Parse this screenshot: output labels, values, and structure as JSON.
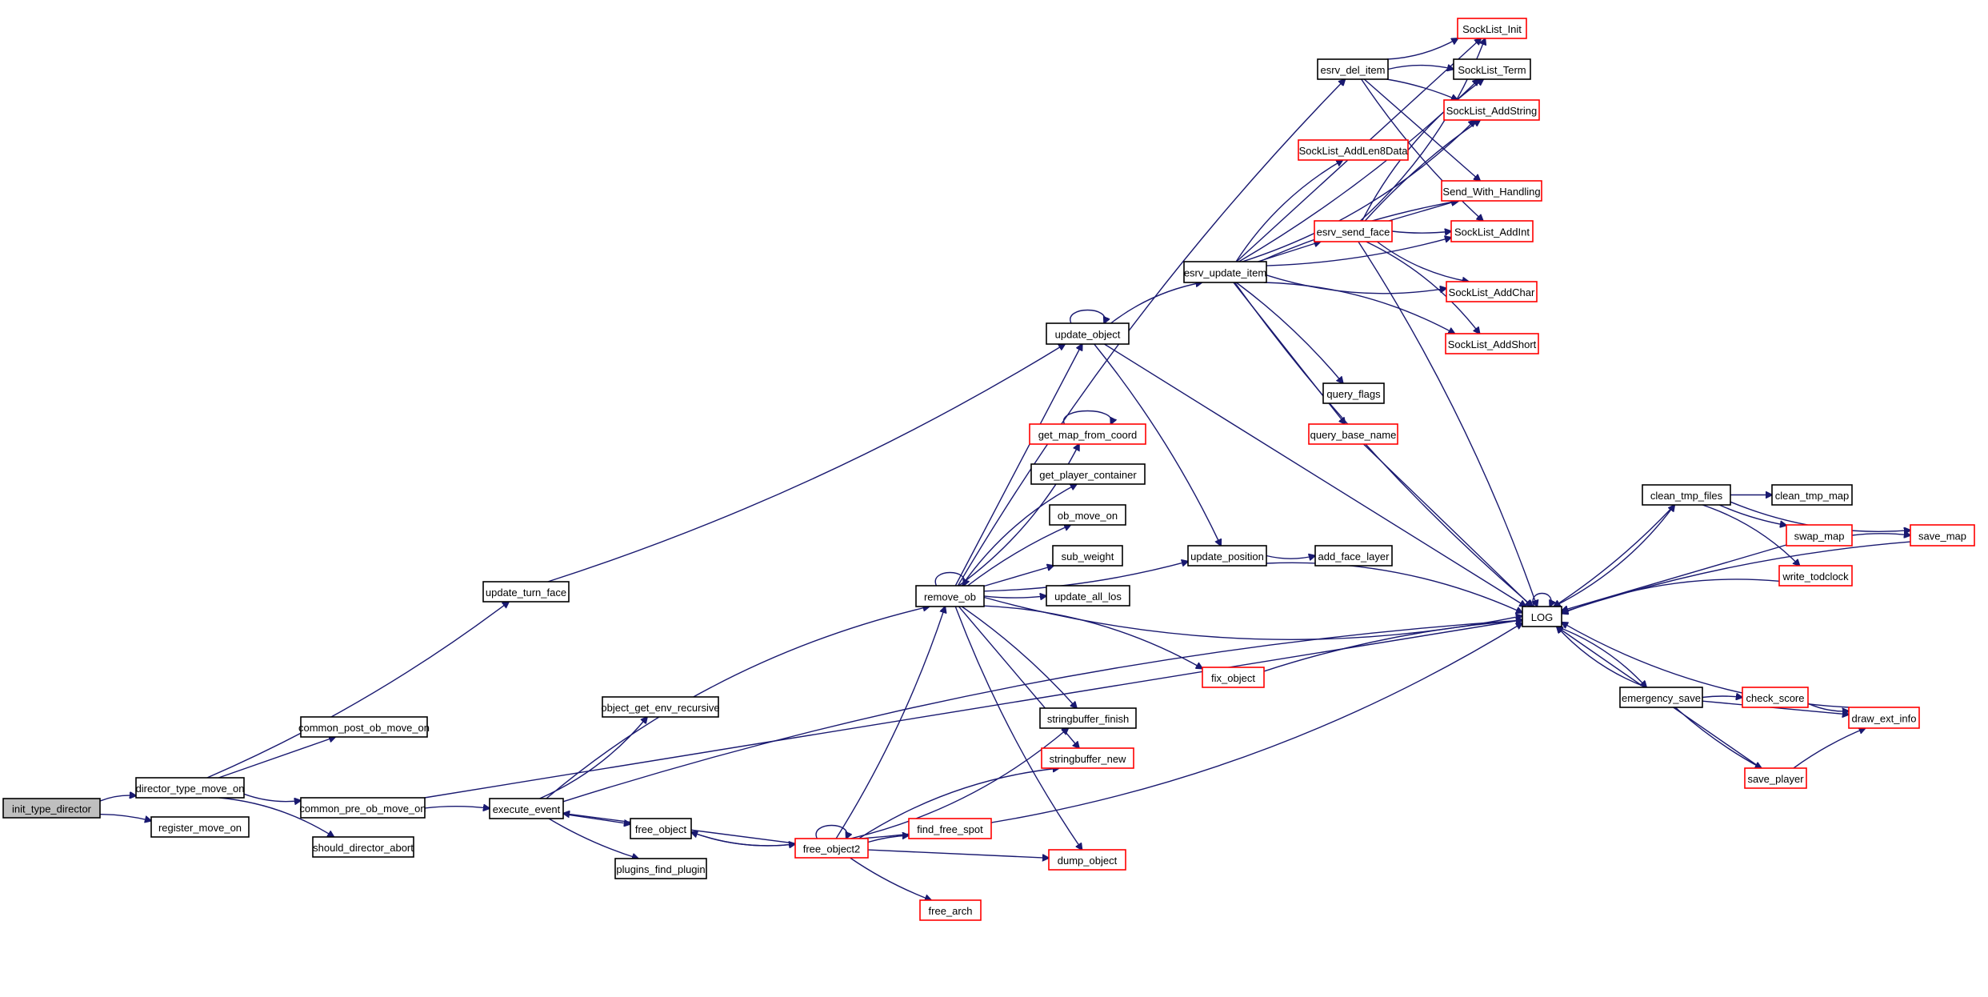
{
  "diagram": {
    "type": "call-graph",
    "colors": {
      "edge": "#191970",
      "node_border": "#000000",
      "truncated_node_border": "#ff0000",
      "root_fill": "#bfbfbf",
      "node_fill": "#ffffff"
    },
    "nodes": [
      {
        "id": "init_type_director",
        "label": "init_type_director",
        "style": "root"
      },
      {
        "id": "director_type_move_on",
        "label": "director_type_move_on",
        "style": "normal"
      },
      {
        "id": "register_move_on",
        "label": "register_move_on",
        "style": "normal"
      },
      {
        "id": "common_post_ob_move_on",
        "label": "common_post_ob_move_on",
        "style": "normal"
      },
      {
        "id": "common_pre_ob_move_on",
        "label": "common_pre_ob_move_on",
        "style": "normal"
      },
      {
        "id": "should_director_abort",
        "label": "should_director_abort",
        "style": "normal"
      },
      {
        "id": "update_turn_face",
        "label": "update_turn_face",
        "style": "normal"
      },
      {
        "id": "execute_event",
        "label": "execute_event",
        "style": "normal"
      },
      {
        "id": "object_get_env_recursive",
        "label": "object_get_env_recursive",
        "style": "normal"
      },
      {
        "id": "free_object",
        "label": "free_object",
        "style": "normal"
      },
      {
        "id": "plugins_find_plugin",
        "label": "plugins_find_plugin",
        "style": "normal"
      },
      {
        "id": "free_object2",
        "label": "free_object2",
        "style": "red"
      },
      {
        "id": "find_free_spot",
        "label": "find_free_spot",
        "style": "red"
      },
      {
        "id": "free_arch",
        "label": "free_arch",
        "style": "red"
      },
      {
        "id": "dump_object",
        "label": "dump_object",
        "style": "red"
      },
      {
        "id": "remove_ob",
        "label": "remove_ob",
        "style": "normal"
      },
      {
        "id": "update_object",
        "label": "update_object",
        "style": "normal"
      },
      {
        "id": "get_map_from_coord",
        "label": "get_map_from_coord",
        "style": "red"
      },
      {
        "id": "get_player_container",
        "label": "get_player_container",
        "style": "normal"
      },
      {
        "id": "ob_move_on",
        "label": "ob_move_on",
        "style": "normal"
      },
      {
        "id": "sub_weight",
        "label": "sub_weight",
        "style": "normal"
      },
      {
        "id": "update_all_los",
        "label": "update_all_los",
        "style": "normal"
      },
      {
        "id": "fix_object",
        "label": "fix_object",
        "style": "red"
      },
      {
        "id": "stringbuffer_finish",
        "label": "stringbuffer_finish",
        "style": "normal"
      },
      {
        "id": "stringbuffer_new",
        "label": "stringbuffer_new",
        "style": "red"
      },
      {
        "id": "update_position",
        "label": "update_position",
        "style": "normal"
      },
      {
        "id": "add_face_layer",
        "label": "add_face_layer",
        "style": "normal"
      },
      {
        "id": "esrv_update_item",
        "label": "esrv_update_item",
        "style": "normal"
      },
      {
        "id": "esrv_del_item",
        "label": "esrv_del_item",
        "style": "normal"
      },
      {
        "id": "esrv_send_face",
        "label": "esrv_send_face",
        "style": "red"
      },
      {
        "id": "SockList_AddLen8Data",
        "label": "SockList_AddLen8Data",
        "style": "red"
      },
      {
        "id": "SockList_Init",
        "label": "SockList_Init",
        "style": "red"
      },
      {
        "id": "SockList_Term",
        "label": "SockList_Term",
        "style": "normal"
      },
      {
        "id": "SockList_AddString",
        "label": "SockList_AddString",
        "style": "red"
      },
      {
        "id": "Send_With_Handling",
        "label": "Send_With_Handling",
        "style": "red"
      },
      {
        "id": "SockList_AddInt",
        "label": "SockList_AddInt",
        "style": "red"
      },
      {
        "id": "SockList_AddChar",
        "label": "SockList_AddChar",
        "style": "red"
      },
      {
        "id": "SockList_AddShort",
        "label": "SockList_AddShort",
        "style": "red"
      },
      {
        "id": "query_flags",
        "label": "query_flags",
        "style": "normal"
      },
      {
        "id": "query_base_name",
        "label": "query_base_name",
        "style": "red"
      },
      {
        "id": "LOG",
        "label": "LOG",
        "style": "normal"
      },
      {
        "id": "clean_tmp_files",
        "label": "clean_tmp_files",
        "style": "normal"
      },
      {
        "id": "clean_tmp_map",
        "label": "clean_tmp_map",
        "style": "normal"
      },
      {
        "id": "swap_map",
        "label": "swap_map",
        "style": "red"
      },
      {
        "id": "save_map",
        "label": "save_map",
        "style": "red"
      },
      {
        "id": "write_todclock",
        "label": "write_todclock",
        "style": "red"
      },
      {
        "id": "emergency_save",
        "label": "emergency_save",
        "style": "normal"
      },
      {
        "id": "check_score",
        "label": "check_score",
        "style": "red"
      },
      {
        "id": "draw_ext_info",
        "label": "draw_ext_info",
        "style": "red"
      },
      {
        "id": "save_player",
        "label": "save_player",
        "style": "red"
      }
    ],
    "edges": [
      [
        "init_type_director",
        "director_type_move_on"
      ],
      [
        "init_type_director",
        "register_move_on"
      ],
      [
        "director_type_move_on",
        "common_post_ob_move_on"
      ],
      [
        "director_type_move_on",
        "update_turn_face"
      ],
      [
        "director_type_move_on",
        "common_pre_ob_move_on"
      ],
      [
        "director_type_move_on",
        "should_director_abort"
      ],
      [
        "common_pre_ob_move_on",
        "execute_event"
      ],
      [
        "common_pre_ob_move_on",
        "LOG"
      ],
      [
        "update_turn_face",
        "update_object"
      ],
      [
        "execute_event",
        "object_get_env_recursive"
      ],
      [
        "execute_event",
        "remove_ob"
      ],
      [
        "execute_event",
        "LOG"
      ],
      [
        "execute_event",
        "free_object"
      ],
      [
        "execute_event",
        "plugins_find_plugin"
      ],
      [
        "free_object",
        "free_object2"
      ],
      [
        "free_object2",
        "free_object"
      ],
      [
        "free_object2",
        "free_object2"
      ],
      [
        "free_object2",
        "execute_event"
      ],
      [
        "free_object2",
        "remove_ob"
      ],
      [
        "free_object2",
        "stringbuffer_finish"
      ],
      [
        "free_object2",
        "stringbuffer_new"
      ],
      [
        "free_object2",
        "find_free_spot"
      ],
      [
        "free_object2",
        "dump_object"
      ],
      [
        "free_object2",
        "free_arch"
      ],
      [
        "free_object2",
        "LOG"
      ],
      [
        "remove_ob",
        "remove_ob"
      ],
      [
        "remove_ob",
        "esrv_del_item"
      ],
      [
        "remove_ob",
        "update_object"
      ],
      [
        "remove_ob",
        "update_position"
      ],
      [
        "remove_ob",
        "get_map_from_coord"
      ],
      [
        "remove_ob",
        "get_player_container"
      ],
      [
        "remove_ob",
        "ob_move_on"
      ],
      [
        "remove_ob",
        "sub_weight"
      ],
      [
        "remove_ob",
        "update_all_los"
      ],
      [
        "remove_ob",
        "LOG"
      ],
      [
        "remove_ob",
        "fix_object"
      ],
      [
        "remove_ob",
        "stringbuffer_finish"
      ],
      [
        "remove_ob",
        "stringbuffer_new"
      ],
      [
        "remove_ob",
        "dump_object"
      ],
      [
        "update_object",
        "update_object"
      ],
      [
        "update_object",
        "esrv_update_item"
      ],
      [
        "update_object",
        "update_position"
      ],
      [
        "update_object",
        "LOG"
      ],
      [
        "get_map_from_coord",
        "get_map_from_coord"
      ],
      [
        "update_position",
        "add_face_layer"
      ],
      [
        "update_position",
        "LOG"
      ],
      [
        "fix_object",
        "LOG"
      ],
      [
        "esrv_update_item",
        "SockList_Init"
      ],
      [
        "esrv_update_item",
        "SockList_Term"
      ],
      [
        "esrv_update_item",
        "SockList_AddString"
      ],
      [
        "esrv_update_item",
        "SockList_AddLen8Data"
      ],
      [
        "esrv_update_item",
        "Send_With_Handling"
      ],
      [
        "esrv_update_item",
        "esrv_send_face"
      ],
      [
        "esrv_update_item",
        "SockList_AddInt"
      ],
      [
        "esrv_update_item",
        "SockList_AddChar"
      ],
      [
        "esrv_update_item",
        "SockList_AddShort"
      ],
      [
        "esrv_update_item",
        "query_flags"
      ],
      [
        "esrv_update_item",
        "query_base_name"
      ],
      [
        "esrv_update_item",
        "LOG"
      ],
      [
        "esrv_del_item",
        "SockList_Init"
      ],
      [
        "esrv_del_item",
        "SockList_Term"
      ],
      [
        "esrv_del_item",
        "SockList_AddString"
      ],
      [
        "esrv_del_item",
        "Send_With_Handling"
      ],
      [
        "esrv_del_item",
        "SockList_AddInt"
      ],
      [
        "esrv_send_face",
        "SockList_Init"
      ],
      [
        "esrv_send_face",
        "SockList_Term"
      ],
      [
        "esrv_send_face",
        "SockList_AddString"
      ],
      [
        "esrv_send_face",
        "Send_With_Handling"
      ],
      [
        "esrv_send_face",
        "SockList_AddInt"
      ],
      [
        "esrv_send_face",
        "SockList_AddChar"
      ],
      [
        "esrv_send_face",
        "SockList_AddShort"
      ],
      [
        "esrv_send_face",
        "LOG"
      ],
      [
        "query_base_name",
        "LOG"
      ],
      [
        "LOG",
        "LOG"
      ],
      [
        "LOG",
        "clean_tmp_files"
      ],
      [
        "LOG",
        "emergency_save"
      ],
      [
        "clean_tmp_files",
        "LOG"
      ],
      [
        "clean_tmp_files",
        "clean_tmp_map"
      ],
      [
        "clean_tmp_files",
        "swap_map"
      ],
      [
        "clean_tmp_files",
        "save_map"
      ],
      [
        "clean_tmp_files",
        "write_todclock"
      ],
      [
        "swap_map",
        "save_map"
      ],
      [
        "swap_map",
        "LOG"
      ],
      [
        "save_map",
        "LOG"
      ],
      [
        "write_todclock",
        "LOG"
      ],
      [
        "emergency_save",
        "LOG"
      ],
      [
        "emergency_save",
        "check_score"
      ],
      [
        "emergency_save",
        "draw_ext_info"
      ],
      [
        "emergency_save",
        "save_player"
      ],
      [
        "check_score",
        "draw_ext_info"
      ],
      [
        "draw_ext_info",
        "LOG"
      ],
      [
        "save_player",
        "draw_ext_info"
      ],
      [
        "save_player",
        "LOG"
      ]
    ]
  }
}
